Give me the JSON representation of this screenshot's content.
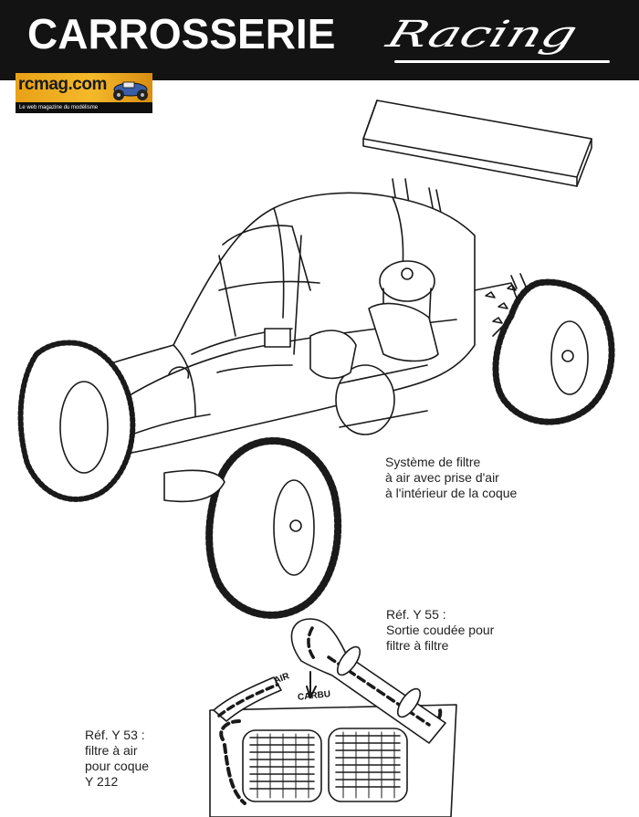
{
  "header": {
    "title": "CARROSSERIE",
    "script_word": "Racing",
    "background_color": "#131313"
  },
  "logo": {
    "text": "rcmag.com",
    "tagline": "Le web magazine du modélisme",
    "colors": {
      "accent": "#f4b92a",
      "dark": "#0f0f0f"
    }
  },
  "captions": {
    "air_filter_system": {
      "lines": [
        "Système de filtre",
        "à air avec prise d'air",
        "à l'intérieur de la coque"
      ]
    },
    "ref_y55": {
      "lines": [
        "Réf. Y 55 :",
        "Sortie coudée pour",
        "filtre à filtre"
      ]
    },
    "ref_y53": {
      "lines": [
        "Réf. Y 53 :",
        "filtre à air",
        "pour coque",
        "Y 212"
      ]
    }
  },
  "diagram_labels": {
    "air": "AIR",
    "carbu": "CARBU"
  }
}
